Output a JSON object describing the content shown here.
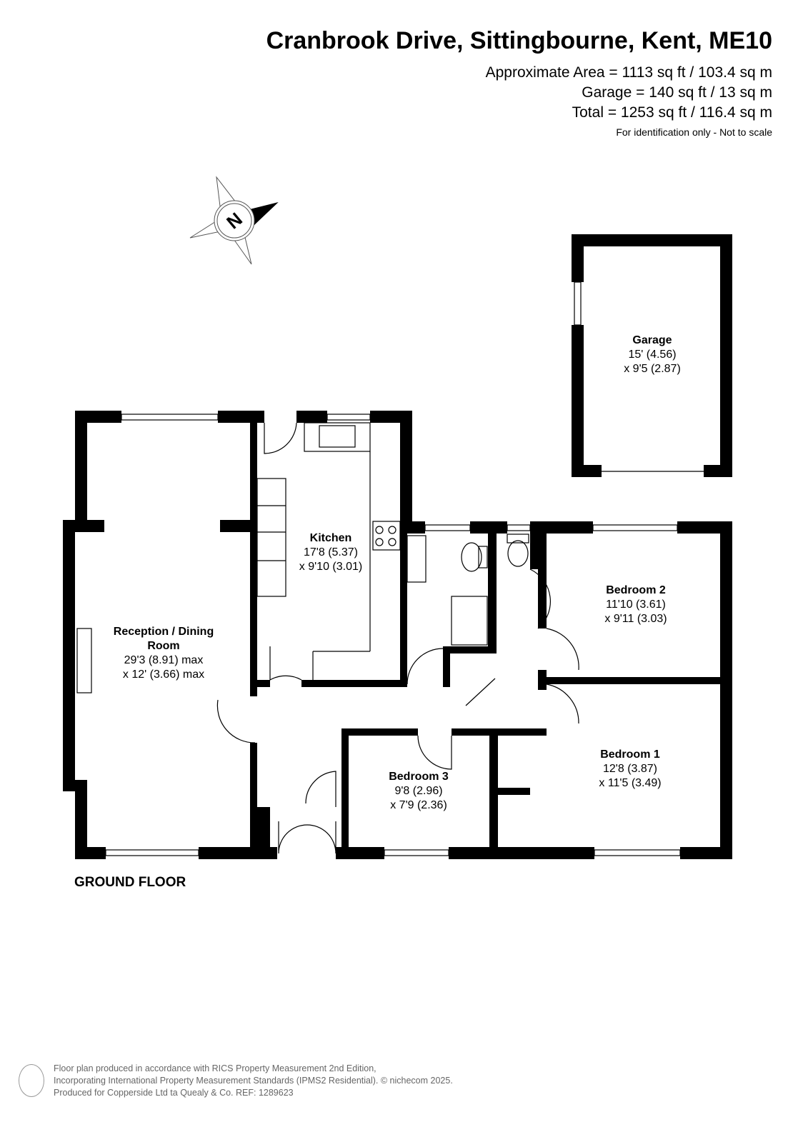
{
  "header": {
    "title": "Cranbrook Drive, Sittingbourne, Kent, ME10",
    "approx_area": "Approximate Area = 1113 sq ft / 103.4 sq m",
    "garage_area": "Garage = 140 sq ft / 13 sq m",
    "total_area": "Total = 1253 sq ft / 116.4 sq m",
    "note": "For identification only - Not to scale"
  },
  "compass": {
    "label": "N"
  },
  "rooms": [
    {
      "name": "Garage",
      "dim1": "15' (4.56)",
      "dim2": "x 9'5 (2.87)"
    },
    {
      "name": "Kitchen",
      "dim1": "17'8 (5.37)",
      "dim2": "x 9'10 (3.01)"
    },
    {
      "name": "Reception / Dining Room",
      "dim1": "29'3 (8.91) max",
      "dim2": "x 12' (3.66) max"
    },
    {
      "name": "Bedroom 2",
      "dim1": "11'10 (3.61)",
      "dim2": "x 9'11 (3.03)"
    },
    {
      "name": "Bedroom 1",
      "dim1": "12'8 (3.87)",
      "dim2": "x 11'5 (3.49)"
    },
    {
      "name": "Bedroom 3",
      "dim1": "9'8 (2.96)",
      "dim2": "x 7'9 (2.36)"
    }
  ],
  "floor_label": "GROUND FLOOR",
  "footer": {
    "line1": "Floor plan produced in accordance with RICS Property Measurement 2nd Edition,",
    "line2": "Incorporating International Property Measurement Standards (IPMS2 Residential).   © nichecom 2025.",
    "line3": "Produced for Copperside Ltd ta Quealy & Co.   REF: 1289623"
  }
}
